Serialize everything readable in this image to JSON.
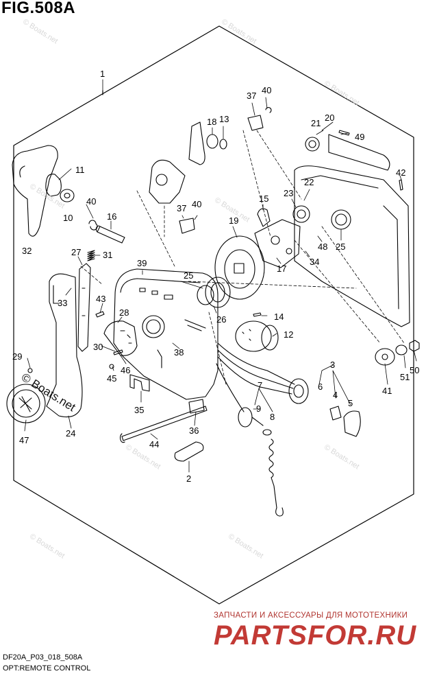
{
  "figure": {
    "title": "FIG.508A",
    "code": "DF20A_P03_018_508A",
    "description": "OPT:REMOTE CONTROL"
  },
  "watermarks": {
    "small": "© Boats.net",
    "main": "© Boats.net"
  },
  "shop": {
    "tagline": "ЗАПЧАСТИ И АКСЕССУАРЫ ДЛЯ МОТОТЕХНИКИ",
    "logo": "PARTSFOR.RU",
    "color": "#c23a35"
  },
  "parts": [
    "1",
    "2",
    "3",
    "4",
    "5",
    "6",
    "7",
    "8",
    "9",
    "10",
    "11",
    "12",
    "13",
    "14",
    "15",
    "16",
    "17",
    "18",
    "19",
    "20",
    "21",
    "22",
    "23",
    "24",
    "25",
    "26",
    "27",
    "28",
    "29",
    "30",
    "31",
    "32",
    "33",
    "34",
    "35",
    "36",
    "37",
    "38",
    "39",
    "40",
    "41",
    "42",
    "43",
    "44",
    "45",
    "46",
    "47",
    "48",
    "49",
    "50",
    "51"
  ],
  "callouts": [
    {
      "id": "c-1",
      "label": "1"
    },
    {
      "id": "c-2",
      "label": "2"
    },
    {
      "id": "c-3",
      "label": "3"
    },
    {
      "id": "c-4",
      "label": "4"
    },
    {
      "id": "c-5",
      "label": "5"
    },
    {
      "id": "c-6",
      "label": "6"
    },
    {
      "id": "c-7",
      "label": "7"
    },
    {
      "id": "c-8",
      "label": "8"
    },
    {
      "id": "c-9",
      "label": "9"
    },
    {
      "id": "c-10",
      "label": "10"
    },
    {
      "id": "c-11",
      "label": "11"
    },
    {
      "id": "c-12",
      "label": "12"
    },
    {
      "id": "c-13",
      "label": "13"
    },
    {
      "id": "c-14",
      "label": "14"
    },
    {
      "id": "c-15",
      "label": "15"
    },
    {
      "id": "c-16",
      "label": "16"
    },
    {
      "id": "c-17",
      "label": "17"
    },
    {
      "id": "c-18",
      "label": "18"
    },
    {
      "id": "c-19",
      "label": "19"
    },
    {
      "id": "c-20",
      "label": "20"
    },
    {
      "id": "c-21",
      "label": "21"
    },
    {
      "id": "c-22",
      "label": "22"
    },
    {
      "id": "c-23",
      "label": "23"
    },
    {
      "id": "c-24",
      "label": "24"
    },
    {
      "id": "c-25a",
      "label": "25"
    },
    {
      "id": "c-25b",
      "label": "25"
    },
    {
      "id": "c-26",
      "label": "26"
    },
    {
      "id": "c-27",
      "label": "27"
    },
    {
      "id": "c-28",
      "label": "28"
    },
    {
      "id": "c-29",
      "label": "29"
    },
    {
      "id": "c-30",
      "label": "30"
    },
    {
      "id": "c-31",
      "label": "31"
    },
    {
      "id": "c-32",
      "label": "32"
    },
    {
      "id": "c-33",
      "label": "33"
    },
    {
      "id": "c-34",
      "label": "34"
    },
    {
      "id": "c-35",
      "label": "35"
    },
    {
      "id": "c-36",
      "label": "36"
    },
    {
      "id": "c-37a",
      "label": "37"
    },
    {
      "id": "c-37b",
      "label": "37"
    },
    {
      "id": "c-38",
      "label": "38"
    },
    {
      "id": "c-39",
      "label": "39"
    },
    {
      "id": "c-40a",
      "label": "40"
    },
    {
      "id": "c-40b",
      "label": "40"
    },
    {
      "id": "c-40c",
      "label": "40"
    },
    {
      "id": "c-41",
      "label": "41"
    },
    {
      "id": "c-42",
      "label": "42"
    },
    {
      "id": "c-43",
      "label": "43"
    },
    {
      "id": "c-44",
      "label": "44"
    },
    {
      "id": "c-45",
      "label": "45"
    },
    {
      "id": "c-46",
      "label": "46"
    },
    {
      "id": "c-47",
      "label": "47"
    },
    {
      "id": "c-48",
      "label": "48"
    },
    {
      "id": "c-49",
      "label": "49"
    },
    {
      "id": "c-50",
      "label": "50"
    },
    {
      "id": "c-51",
      "label": "51"
    }
  ]
}
